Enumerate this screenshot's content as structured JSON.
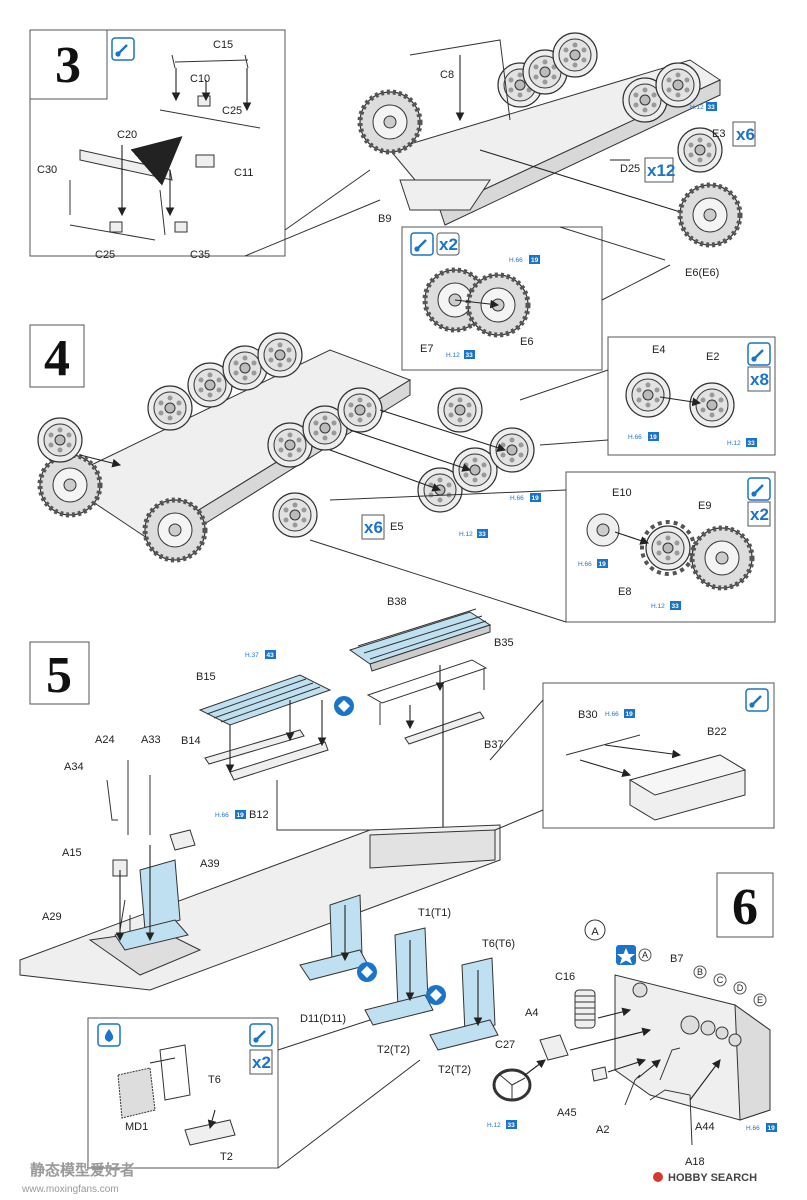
{
  "steps": [
    "3",
    "4",
    "5",
    "6"
  ],
  "step3": {
    "callout_labels": [
      "C15",
      "C10",
      "C25",
      "C20",
      "C30",
      "C11",
      "C25",
      "C35"
    ],
    "main_labels": [
      "C8",
      "B9",
      "D25",
      "E3",
      "E6(E6)"
    ],
    "mult_x6": "x6",
    "mult_x12": "x12",
    "paint_h12": {
      "code": "H.12",
      "num": "33"
    },
    "wheel_callout": {
      "labels": [
        "E7",
        "E6"
      ],
      "mult": "x2",
      "paint_top": {
        "code": "H.66",
        "num": "19"
      },
      "paint_bottom": {
        "code": "H.12",
        "num": "33"
      }
    }
  },
  "step4": {
    "labels": [
      "E5"
    ],
    "mult_x6": "x6",
    "paint_main_1": {
      "code": "H.66",
      "num": "19"
    },
    "paint_main_2": {
      "code": "H.12",
      "num": "33"
    },
    "callout_a": {
      "labels": [
        "E4",
        "E2"
      ],
      "mult": "x8",
      "paint_1": {
        "code": "H.66",
        "num": "19"
      },
      "paint_2": {
        "code": "H.12",
        "num": "33"
      }
    },
    "callout_b": {
      "labels": [
        "E10",
        "E9",
        "E8"
      ],
      "mult": "x2",
      "paint_1": {
        "code": "H.66",
        "num": "19"
      },
      "paint_2": {
        "code": "H.12",
        "num": "33"
      }
    }
  },
  "step5": {
    "labels": [
      "B38",
      "B35",
      "B15",
      "B14",
      "B12",
      "B37",
      "A24",
      "A33",
      "A34",
      "A15",
      "A39",
      "A29",
      "D11(D11)",
      "T1(T1)",
      "T6(T6)",
      "T2(T2)",
      "T2(T2)"
    ],
    "paint_h37": {
      "code": "H.37",
      "num": "43"
    },
    "paint_h66": {
      "code": "H.66",
      "num": "19"
    },
    "callout_b": {
      "labels": [
        "B30",
        "B22"
      ],
      "paint": {
        "code": "H.66",
        "num": "19"
      }
    },
    "callout_c": {
      "labels": [
        "T6",
        "MD1",
        "T2"
      ],
      "mult": "x2"
    }
  },
  "step6": {
    "circle_a": "A",
    "dials": [
      "A",
      "B",
      "C",
      "D",
      "E"
    ],
    "labels": [
      "B7",
      "C16",
      "A4",
      "C27",
      "A45",
      "A2",
      "A44",
      "A18"
    ],
    "paint_h12": {
      "code": "H.12",
      "num": "33"
    },
    "paint_h66": {
      "code": "H.66",
      "num": "19"
    }
  },
  "footer": {
    "watermark": "静态模型爱好者",
    "site": "www.moxingfans.com",
    "brand": "HOBBY SEARCH"
  }
}
